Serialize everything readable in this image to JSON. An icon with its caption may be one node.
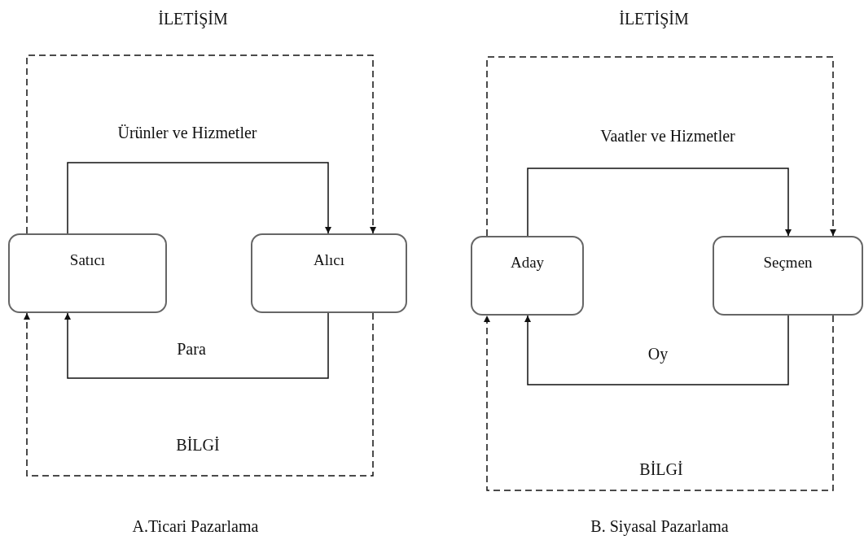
{
  "diagram": {
    "nodes": [
      {
        "text": [
          "Satıcı"
        ]
      },
      {
        "text": [
          "Alıcı"
        ]
      },
      {
        "text": [
          "Aday"
        ]
      },
      {
        "text": [
          "Seçmen"
        ]
      }
    ],
    "edges": [
      {
        "from": 0,
        "to": 1,
        "arrow": "to",
        "label": "Ürünler ve Hizmetler"
      },
      {
        "from": 1,
        "to": 0,
        "arrow": "to",
        "label": "Para"
      },
      {
        "from": 0,
        "to": 1,
        "arrow": "to",
        "label": "İLETİŞİM",
        "style": "dashed"
      },
      {
        "from": 1,
        "to": 0,
        "arrow": "to",
        "label": "BİLGİ",
        "style": "dashed"
      },
      {
        "from": 2,
        "to": 3,
        "arrow": "to",
        "label": "Vaatler ve Hizmetler"
      },
      {
        "from": 3,
        "to": 2,
        "arrow": "to",
        "label": "Oy"
      },
      {
        "from": 2,
        "to": 3,
        "arrow": "to",
        "label": "İLETİŞİM",
        "style": "dashed"
      },
      {
        "from": 3,
        "to": 2,
        "arrow": "to",
        "label": "BİLGİ",
        "style": "dashed"
      }
    ],
    "labels": [
      "A.Ticari Pazarlama",
      "B. Siyasal Pazarlama"
    ]
  }
}
